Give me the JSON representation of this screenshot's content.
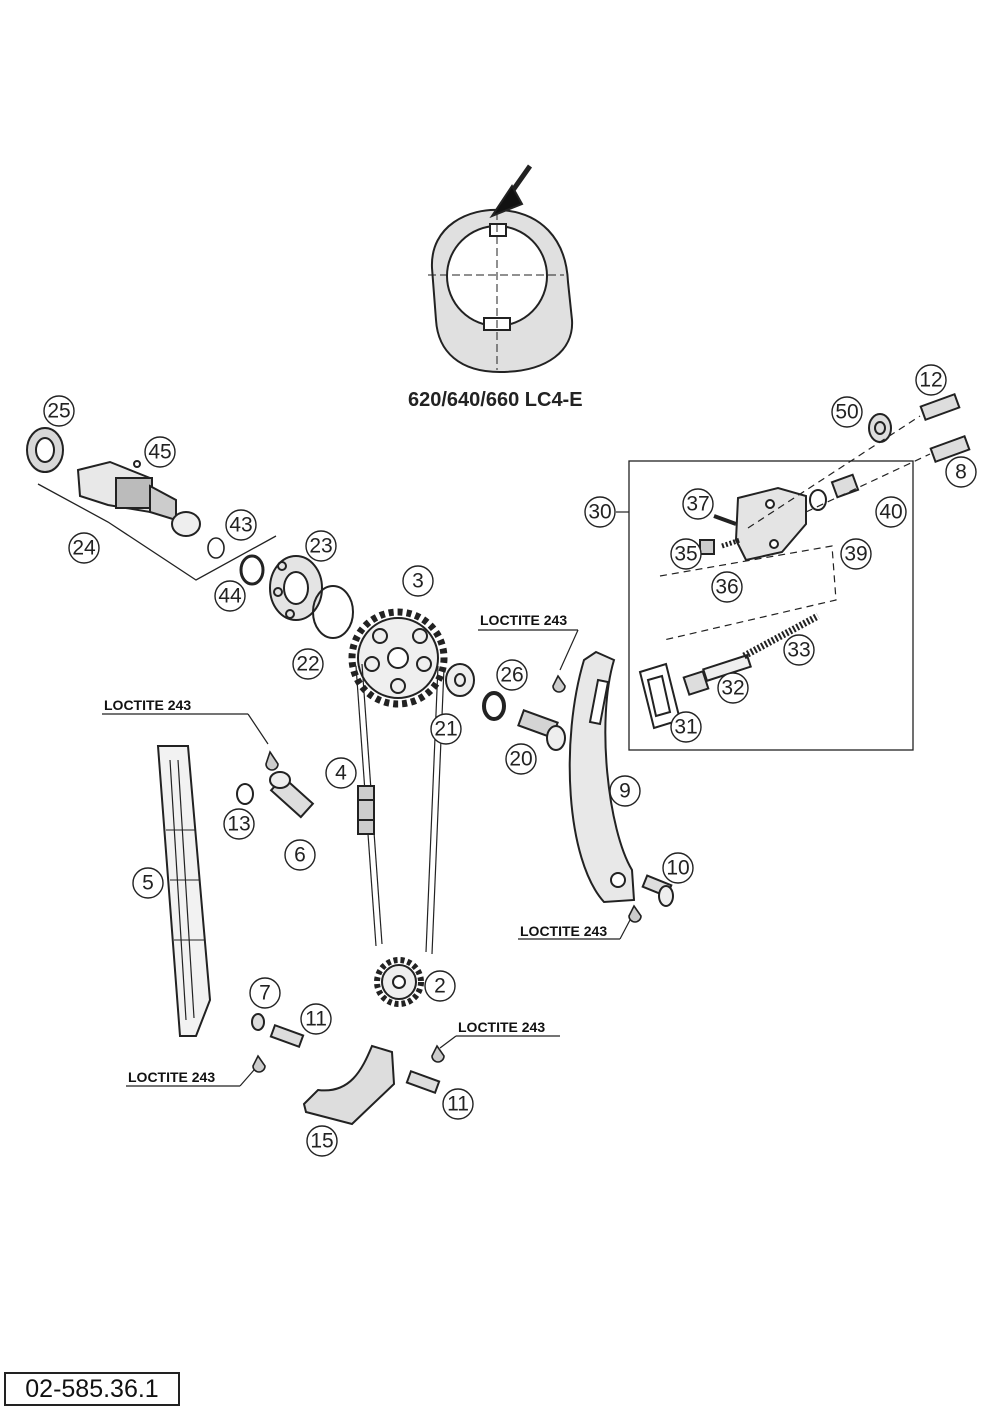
{
  "model_label": "620/640/660 LC4-E",
  "drawing_number": "02-585.36.1",
  "note_label": "LOCTITE 243",
  "callouts": {
    "c2": "2",
    "c3": "3",
    "c4": "4",
    "c5": "5",
    "c6": "6",
    "c7": "7",
    "c8": "8",
    "c9": "9",
    "c10": "10",
    "c11a": "11",
    "c11b": "11",
    "c12": "12",
    "c13": "13",
    "c15": "15",
    "c20": "20",
    "c21": "21",
    "c22": "22",
    "c23": "23",
    "c24": "24",
    "c25": "25",
    "c26": "26",
    "c30": "30",
    "c31": "31",
    "c32": "32",
    "c33": "33",
    "c35": "35",
    "c36": "36",
    "c37": "37",
    "c39": "39",
    "c40": "40",
    "c43": "43",
    "c44": "44",
    "c45": "45",
    "c50": "50"
  }
}
